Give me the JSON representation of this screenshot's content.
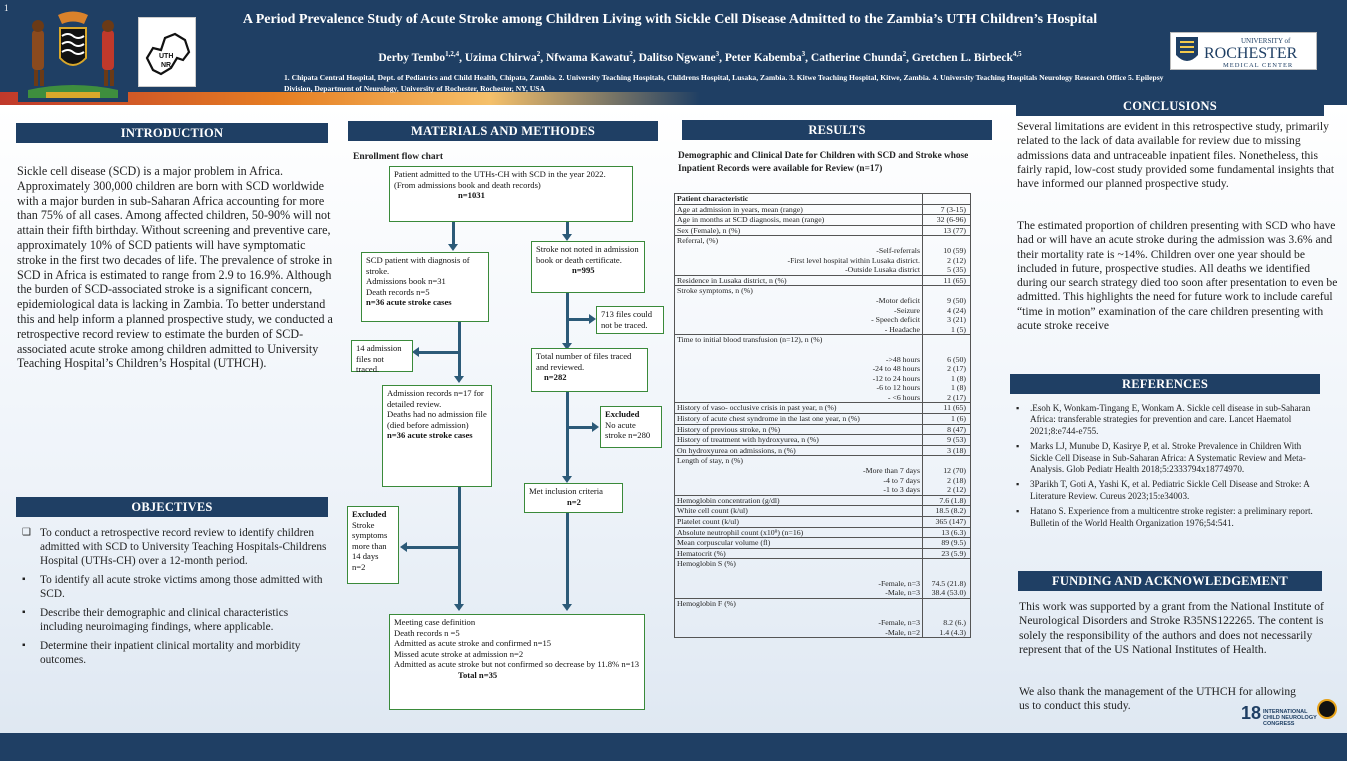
{
  "poster": {
    "title": "A Period Prevalence Study of Acute Stroke among Children Living with Sickle Cell Disease Admitted to the Zambia’s UTH Children’s Hospital",
    "authors": [
      {
        "name": "Derby Tembo",
        "sup": "1,2,4"
      },
      {
        "name": "Uzima Chirwa",
        "sup": "2"
      },
      {
        "name": "Nfwama Kawatu",
        "sup": "2"
      },
      {
        "name": "Dalitso Ngwane",
        "sup": "3"
      },
      {
        "name": "Peter Kabemba",
        "sup": "3"
      },
      {
        "name": "Catherine Chunda",
        "sup": "2"
      },
      {
        "name": "Gretchen L. Birbeck",
        "sup": "4,5"
      }
    ],
    "affiliations": "1. Chipata Central Hospital, Dept. of Pediatrics and Child Health, Chipata, Zambia. 2. University Teaching Hospitals, Childrens Hospital, Lusaka, Zambia. 3. Kitwe Teaching Hospital, Kitwe, Zambia. 4. University Teaching Hospitals Neurology Research Office 5. Epilepsy Division, Department of Neurology, University of Rochester, Rochester, NY, USA",
    "page_marker": "1",
    "logos": {
      "map_text_1": "UTH",
      "map_text_2": "NR",
      "ur_line1": "UNIVERSITY of",
      "ur_line2": "ROCHESTER",
      "ur_line3": "MEDICAL CENTER",
      "congress_text": "INTERNATIONAL CHILD NEUROLOGY CONGRESS",
      "congress_num": "18"
    },
    "colors": {
      "header": "#1f3f64",
      "accent_stripe": "#e67e22",
      "flow_border": "#3a8a3a",
      "arrow": "#2c5a78"
    }
  },
  "introduction": {
    "heading": "INTRODUCTION",
    "body": "Sickle cell disease (SCD) is a major problem in Africa. Approximately 300,000 children are born with SCD worldwide with a major burden in sub-Saharan Africa accounting for more than 75% of all cases.  Among affected children, 50-90% will not attain their fifth birthday. Without screening and preventive care, approximately 10% of SCD patients will have symptomatic stroke in the first two decades of life. The prevalence of stroke in SCD in Africa is estimated to range from 2.9 to 16.9%. Although the burden of SCD-associated stroke is a significant concern, epidemiological data is lacking in Zambia. To better understand this and help inform a planned prospective study, we conducted a retrospective record review to estimate the burden of SCD-associated acute stroke among children admitted to University Teaching Hospital’s Children’s Hospital (UTHCH)."
  },
  "objectives": {
    "heading": "OBJECTIVES",
    "items": [
      {
        "bullet": "❑",
        "text": "To conduct a retrospective record review to identify children admitted with SCD to University Teaching Hospitals-Childrens Hospital (UTHs-CH) over a 12-month period."
      },
      {
        "bullet": "▪",
        "text": "To identify all acute stroke victims among those admitted with SCD."
      },
      {
        "bullet": "▪",
        "text": "Describe their demographic and clinical characteristics including neuroimaging findings, where applicable."
      },
      {
        "bullet": "▪",
        "text": "Determine their inpatient clinical mortality and morbidity outcomes."
      }
    ]
  },
  "methods": {
    "heading": "MATERIALS AND METHODES",
    "flow_title": "Enrollment flow chart",
    "boxes": {
      "b1": "Patient admitted to the UTHs-CH with SCD in the year 2022.\n(From admissions book and death records)",
      "b1_n": "n=1031",
      "b2": "SCD patient with diagnosis of stroke.\nAdmissions book n=31\nDeath records n=5",
      "b2_n": "n=36 acute stroke cases",
      "b3": "Stroke not noted in admission book or death certificate.",
      "b3_n": "n=995",
      "b4": "713 files could not be traced.",
      "b5": "14 admission files not traced.",
      "b6": "Total number of files traced and reviewed.",
      "b6_n": "n=282",
      "b7": "Admission records n=17 for detailed review.\nDeaths had no admission file (died before admission)",
      "b7_n": "n=36 acute stroke cases",
      "b8_head": "Excluded",
      "b8": "No acute stroke n=280",
      "b9": "Met inclusion criteria",
      "b9_n": "n=2",
      "b10_head": "Excluded",
      "b10": "Stroke symptoms more than 14 days\nn=2",
      "b11_1": "Meeting case definition",
      "b11_2": "Death records n =5",
      "b11_3": "Admitted as acute stroke and confirmed n=15",
      "b11_4": "Missed acute stroke at admission n=2",
      "b11_5": "Admitted as acute stroke but not confirmed so decrease by 11.8% n=13",
      "b11_6": "Total n=35"
    }
  },
  "results": {
    "heading": "RESULTS",
    "table_title": "Demographic and Clinical Date for Children with SCD and Stroke whose Inpatient Records were available for Review (n=17)",
    "rows": [
      {
        "label": "Patient characteristic",
        "value": "",
        "head": true
      },
      {
        "label": "Age at admission in years, mean (range)",
        "value": "7 (3-15)"
      },
      {
        "label": "Age in months at SCD diagnosis, mean (range)",
        "value": "32 (6-96)"
      },
      {
        "label": "Sex (Female), n (%)",
        "value": "13 (77)"
      },
      {
        "label": "Referral, (%)",
        "value": "",
        "sub": [
          {
            "label": "-Self-referrals",
            "value": "10 (59)"
          },
          {
            "label": "-First level hospital within Lusaka district.",
            "value": "2 (12)"
          },
          {
            "label": "-Outside Lusaka district",
            "value": "5 (35)"
          }
        ]
      },
      {
        "label": "Residence in Lusaka district, n (%)",
        "value": "11 (65)"
      },
      {
        "label": "Stroke symptoms, n (%)",
        "value": "",
        "sub": [
          {
            "label": "-Motor deficit",
            "value": "9 (50)"
          },
          {
            "label": "-Seizure",
            "value": "4 (24)"
          },
          {
            "label": "- Speech deficit",
            "value": "3 (21)"
          },
          {
            "label": "- Headache",
            "value": "1 (5)"
          }
        ]
      },
      {
        "label": "Time to initial blood transfusion (n=12), n (%)",
        "value": "",
        "sub": [
          {
            "label": "->48 hours",
            "value": "6 (50)"
          },
          {
            "label": "-24 to 48 hours",
            "value": "2 (17)"
          },
          {
            "label": "-12 to 24 hours",
            "value": "1 (8)"
          },
          {
            "label": "-6 to 12 hours",
            "value": "1 (8)"
          },
          {
            "label": "- <6 hours",
            "value": "2 (17)"
          }
        ]
      },
      {
        "label": "History of vaso- occlusive crisis in past year, n (%)",
        "value": "11 (65)"
      },
      {
        "label": "History of acute chest syndrome in the last one year, n (%)",
        "value": "1 (6)"
      },
      {
        "label": "History of previous stroke, n (%)",
        "value": "8 (47)"
      },
      {
        "label": "History of treatment with hydroxyurea, n (%)",
        "value": "9 (53)"
      },
      {
        "label": "On hydroxyurea on admissions, n (%)",
        "value": "3 (18)"
      },
      {
        "label": "Length of stay, n (%)",
        "value": "",
        "sub": [
          {
            "label": "-More than 7 days",
            "value": "12 (70)"
          },
          {
            "label": "-4 to 7 days",
            "value": "2 (18)"
          },
          {
            "label": "-1 to 3 days",
            "value": "2 (12)"
          }
        ]
      },
      {
        "label": "Hemoglobin concentration (g/dl)",
        "value": "7.6 (1.8)"
      },
      {
        "label": "White cell count (k/ul)",
        "value": "18.5 (8.2)"
      },
      {
        "label": "Platelet count (k/ul)",
        "value": "365 (147)"
      },
      {
        "label": "Absolute neutrophil count (x10⁹) (n=16)",
        "value": "13 (6.3)"
      },
      {
        "label": "Mean corpuscular volume (fl)",
        "value": "89 (9.5)"
      },
      {
        "label": "Hematocrit (%)",
        "value": "23 (5.9)"
      },
      {
        "label": "Hemoglobin S (%)",
        "value": "",
        "sub": [
          {
            "label": "-Female, n=3",
            "value": "74.5 (21.8)"
          },
          {
            "label": "-Male, n=3",
            "value": "38.4 (53.0)"
          }
        ]
      },
      {
        "label": "Hemoglobin F (%)",
        "value": "",
        "sub": [
          {
            "label": "-Female, n=3",
            "value": "8.2 (6.)"
          },
          {
            "label": "-Male, n=2",
            "value": "1.4 (4.3)"
          }
        ]
      }
    ]
  },
  "conclusions": {
    "heading": "CONCLUSIONS",
    "p1": " Several limitations are evident in this retrospective study, primarily related to the lack of data available for review due to missing admissions data and untraceable inpatient files. Nonetheless, this fairly rapid, low-cost study provided some fundamental insights that have informed our planned prospective study.",
    "p2": "The estimated proportion of children presenting with SCD who have had or will have an acute stroke during the admission was 3.6% and their mortality rate is ~14%. Children over one year should be included in future, prospective studies. All deaths we identified during our search strategy died too soon after presentation to even be admitted. This highlights the need for future work to include careful “time in motion” examination of the care children presenting with acute stroke receive"
  },
  "references": {
    "heading": "REFERENCES",
    "items": [
      ".Esoh K, Wonkam-Tingang E, Wonkam A. Sickle cell disease in sub-Saharan Africa: transferable strategies for prevention and care. Lancet Haematol 2021;8:e744-e755.",
      "Marks LJ, Munube D, Kasirye P, et al. Stroke Prevalence in Children With Sickle Cell Disease in Sub-Saharan Africa: A Systematic Review and Meta-Analysis. Glob Pediatr Health 2018;5:2333794x18774970.",
      "3Parikh T, Goti A, Yashi K, et al. Pediatric Sickle Cell Disease and Stroke: A Literature Review. Cureus 2023;15:e34003.",
      "Hatano S. Experience from a multicentre stroke register: a preliminary report. Bulletin of the World Health Organization 1976;54:541."
    ]
  },
  "funding": {
    "heading": "FUNDING AND ACKNOWLEDGEMENT",
    "p1": "This work was supported by a grant from the National Institute of Neurological Disorders and Stroke R35NS122265. The content is solely the responsibility of the authors and does not necessarily represent that of the US National Institutes of Health.",
    "p2": "We also thank the management of the UTHCH for allowing us to conduct this study."
  }
}
